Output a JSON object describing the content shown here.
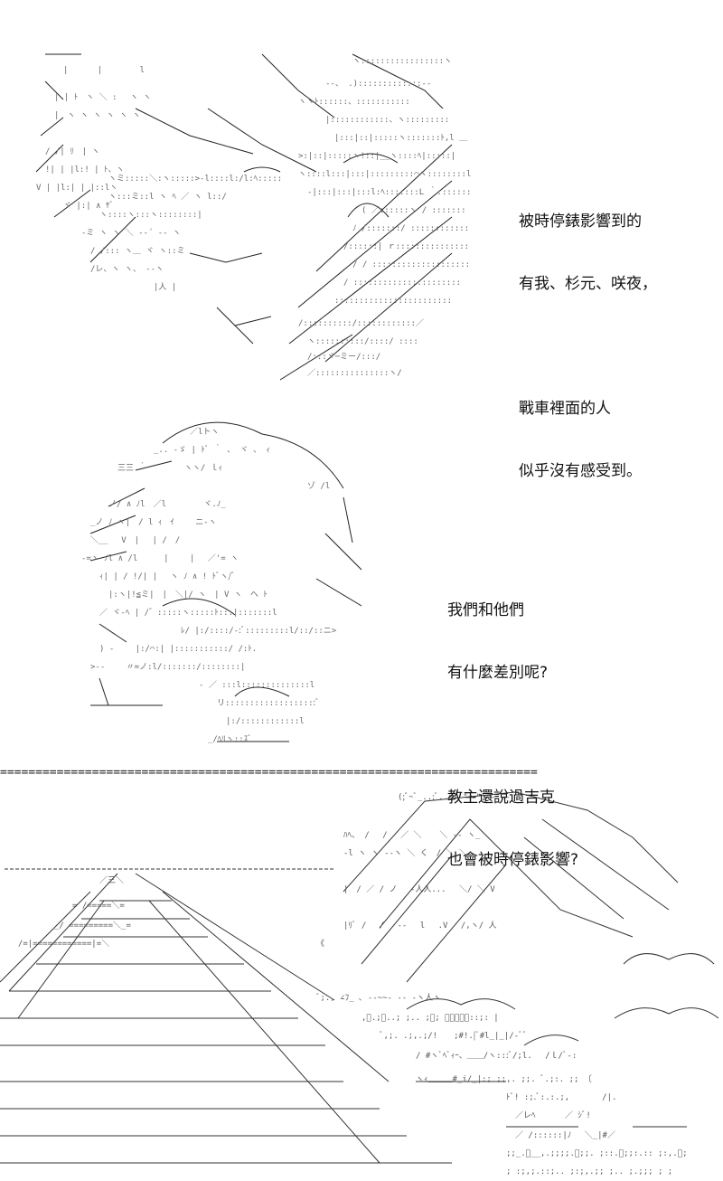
{
  "panel1": {
    "caption_lines": [
      "被時停錶影響到的",
      "有我、杉元、咲夜，",
      "",
      "戰車裡面的人",
      "似乎沒有感受到。"
    ]
  },
  "panel2": {
    "caption_lines": [
      "我們和他們",
      "有什麼差別呢?",
      "",
      "教主還說過吉克",
      "也會被時停錶影響?"
    ]
  },
  "divider": {
    "text": "============================================================================"
  },
  "colors": {
    "ink": "#111111",
    "background": "#ffffff"
  }
}
